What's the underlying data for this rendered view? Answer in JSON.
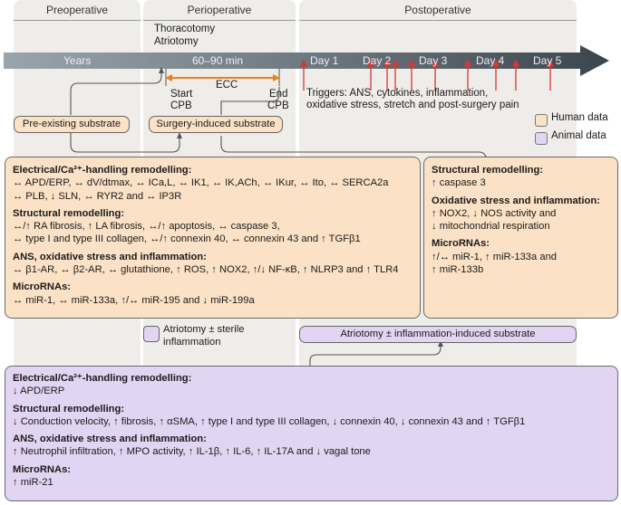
{
  "phases": {
    "preoperative": "Preoperative",
    "perioperative": "Perioperative",
    "postoperative": "Postoperative"
  },
  "timeline": {
    "years": "Years",
    "minutes": "60–90 min",
    "days": [
      "Day 1",
      "Day 2",
      "Day 3",
      "Day 4",
      "Day 5"
    ]
  },
  "procedures": {
    "thoracotomy": "Thoracotomy",
    "atriotomy": "Atriotomy",
    "ecc": "ECC",
    "start_cpb_1": "Start",
    "start_cpb_2": "CPB",
    "end_cpb_1": "End",
    "end_cpb_2": "CPB"
  },
  "triggers": {
    "line1": "Triggers: ANS, cytokines, inflammation,",
    "line2": "oxidative stress, stretch and post-surgery pain"
  },
  "substrates": {
    "pre_existing": "Pre-existing substrate",
    "surgery_induced": "Surgery-induced substrate",
    "atriotomy_inflammation": "Atriotomy ± inflammation-induced substrate",
    "sterile_1": "Atriotomy ± sterile",
    "sterile_2": "inflammation"
  },
  "legend": {
    "human": "Human data",
    "animal": "Animal data",
    "human_color": "#fbe2c6",
    "animal_color": "#e2d5f3"
  },
  "human_box": {
    "electrical_heading": "Electrical/Ca²⁺-handling remodelling:",
    "electrical_line1": "↔ APD/ERP, ↔ dV/dtmax, ↔ ICa,L, ↔ IK1, ↔ IK,ACh, ↔ IKur, ↔ Ito, ↔ SERCA2a",
    "electrical_line2": "↔ PLB, ↓ SLN, ↔ RYR2 and ↔ IP3R",
    "structural_heading": "Structural remodelling:",
    "structural_line1": "↔/↑ RA fibrosis, ↑ LA fibrosis, ↔/↑ apoptosis, ↔ caspase 3,",
    "structural_line2": "↔ type I and type III collagen, ↔/↑ connexin 40, ↔ connexin 43 and ↑ TGFβ1",
    "ans_heading": "ANS, oxidative stress and inflammation:",
    "ans_line1": "↔ β1-AR, ↔ β2-AR, ↔ glutathione, ↑ ROS, ↑ NOX2, ↑/↓ NF-κB, ↑ NLRP3 and ↑ TLR4",
    "mirna_heading": "MicroRNAs:",
    "mirna_line1": "↔ miR-1, ↔ miR-133a, ↑/↔ miR-195 and ↓ miR-199a"
  },
  "post_box": {
    "structural_heading": "Structural remodelling:",
    "structural_line1": "↑ caspase 3",
    "oxidative_heading": "Oxidative stress and inflammation:",
    "oxidative_line1": "↑ NOX2, ↓ NOS activity and",
    "oxidative_line2": "↓ mitochondrial respiration",
    "mirna_heading": "MicroRNAs:",
    "mirna_line1": "↑/↔ miR-1, ↑ miR-133a and",
    "mirna_line2": "↑ miR-133b"
  },
  "animal_box": {
    "electrical_heading": "Electrical/Ca²⁺-handling remodelling:",
    "electrical_line1": "↓ APD/ERP",
    "structural_heading": "Structural remodelling:",
    "structural_line1": "↓ Conduction velocity, ↑ fibrosis, ↑ αSMA, ↑ type I and type III collagen, ↓ connexin 40, ↓ connexin 43 and ↑ TGFβ1",
    "ans_heading": "ANS, oxidative stress and inflammation:",
    "ans_line1": "↑ Neutrophil infiltration, ↑ MPO activity, ↑ IL-1β, ↑ IL-6, ↑ IL-17A and ↓ vagal tone",
    "mirna_heading": "MicroRNAs:",
    "mirna_line1": "↑ miR-21"
  }
}
